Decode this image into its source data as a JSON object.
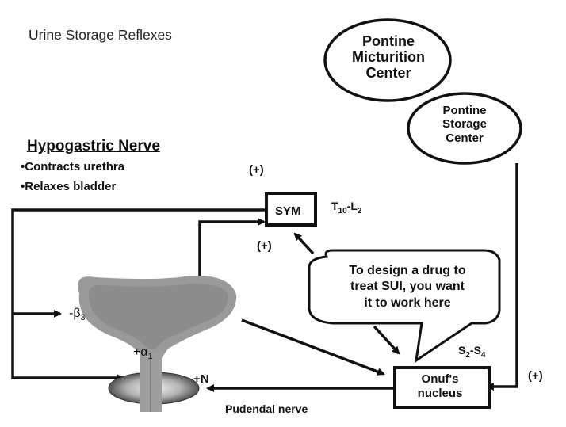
{
  "title": "Urine Storage Reflexes",
  "hypogastric": {
    "heading": "Hypogastric Nerve",
    "bullets": [
      "•Contracts urethra",
      "•Relaxes bladder"
    ]
  },
  "nodes": {
    "pontine_micturition_center": [
      "Pontine",
      "Micturition",
      "Center"
    ],
    "pontine_storage_center": [
      "Pontine",
      "Storage",
      "Center"
    ],
    "sym": "SYM",
    "onufs_nucleus": [
      "Onuf's",
      "nucleus"
    ]
  },
  "labels": {
    "sym_level_main": "T",
    "sym_level_sub1": "10",
    "sym_level_dash": "-L",
    "sym_level_sub2": "2",
    "onuf_level_main": "S",
    "onuf_level_sub1": "2",
    "onuf_level_dash": "-S",
    "onuf_level_sub2": "4",
    "plus_sym_top": "(+)",
    "plus_sym_bottom": "(+)",
    "plus_onuf": "(+)",
    "pudendal_nerve": "Pudendal nerve",
    "beta_prefix": "-β",
    "beta_sub": "3",
    "alpha_prefix": "+α",
    "alpha_sub": "1",
    "nicotinic": "+N"
  },
  "callout": {
    "lines": [
      "To design a drug to",
      "treat SUI, you want",
      "it to work here"
    ]
  },
  "colors": {
    "line": "#111111",
    "bladder_outer": "#9a9a9a",
    "bladder_inner": "#8a8a8a",
    "sphincter_dark": "#444444",
    "sphincter_light": "#e8e8e8"
  }
}
